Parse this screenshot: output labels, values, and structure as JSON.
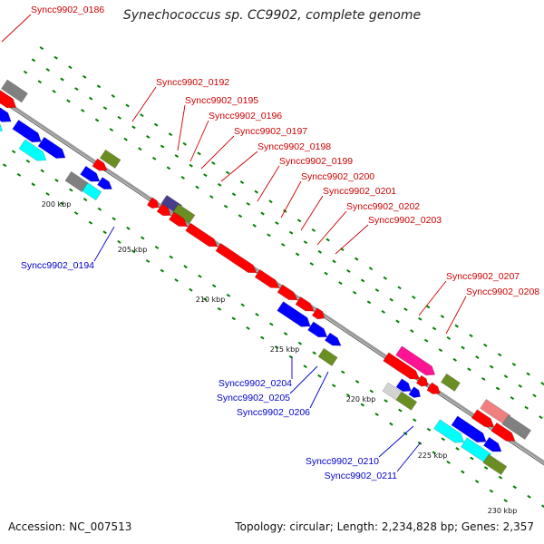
{
  "title": "Synechococcus sp. CC9902, complete genome",
  "footer": {
    "accession": "Accession: NC_007513",
    "summary": "Topology: circular; Length: 2,234,828 bp; Genes: 2,357"
  },
  "colors": {
    "red": "#ff0000",
    "blue": "#0000ff",
    "cyan": "#00ffff",
    "gray": "#808080",
    "green": "#6b8e23",
    "navy": "#483d8b",
    "magenta": "#ff1493",
    "pink": "#f08080",
    "tick": "#008000",
    "backbone": "#888888",
    "label_top": "#cc0000",
    "label_bottom": "#0000cc"
  },
  "scale_labels": [
    "200 kbp",
    "205 kbp",
    "210 kbp",
    "215 kbp",
    "220 kbp",
    "225 kbp",
    "230 kbp"
  ],
  "gene_labels": {
    "top": [
      "Syncc9902_0186",
      "Syncc9902_0192",
      "Syncc9902_0195",
      "Syncc9902_0196",
      "Syncc9902_0197",
      "Syncc9902_0198",
      "Syncc9902_0199",
      "Syncc9902_0200",
      "Syncc9902_0201",
      "Syncc9902_0202",
      "Syncc9902_0203",
      "Syncc9902_0207",
      "Syncc9902_0208"
    ],
    "bottom": [
      "Syncc9902_0194",
      "Syncc9902_0204",
      "Syncc9902_0205",
      "Syncc9902_0206",
      "Syncc9902_0210",
      "Syncc9902_0211"
    ]
  }
}
